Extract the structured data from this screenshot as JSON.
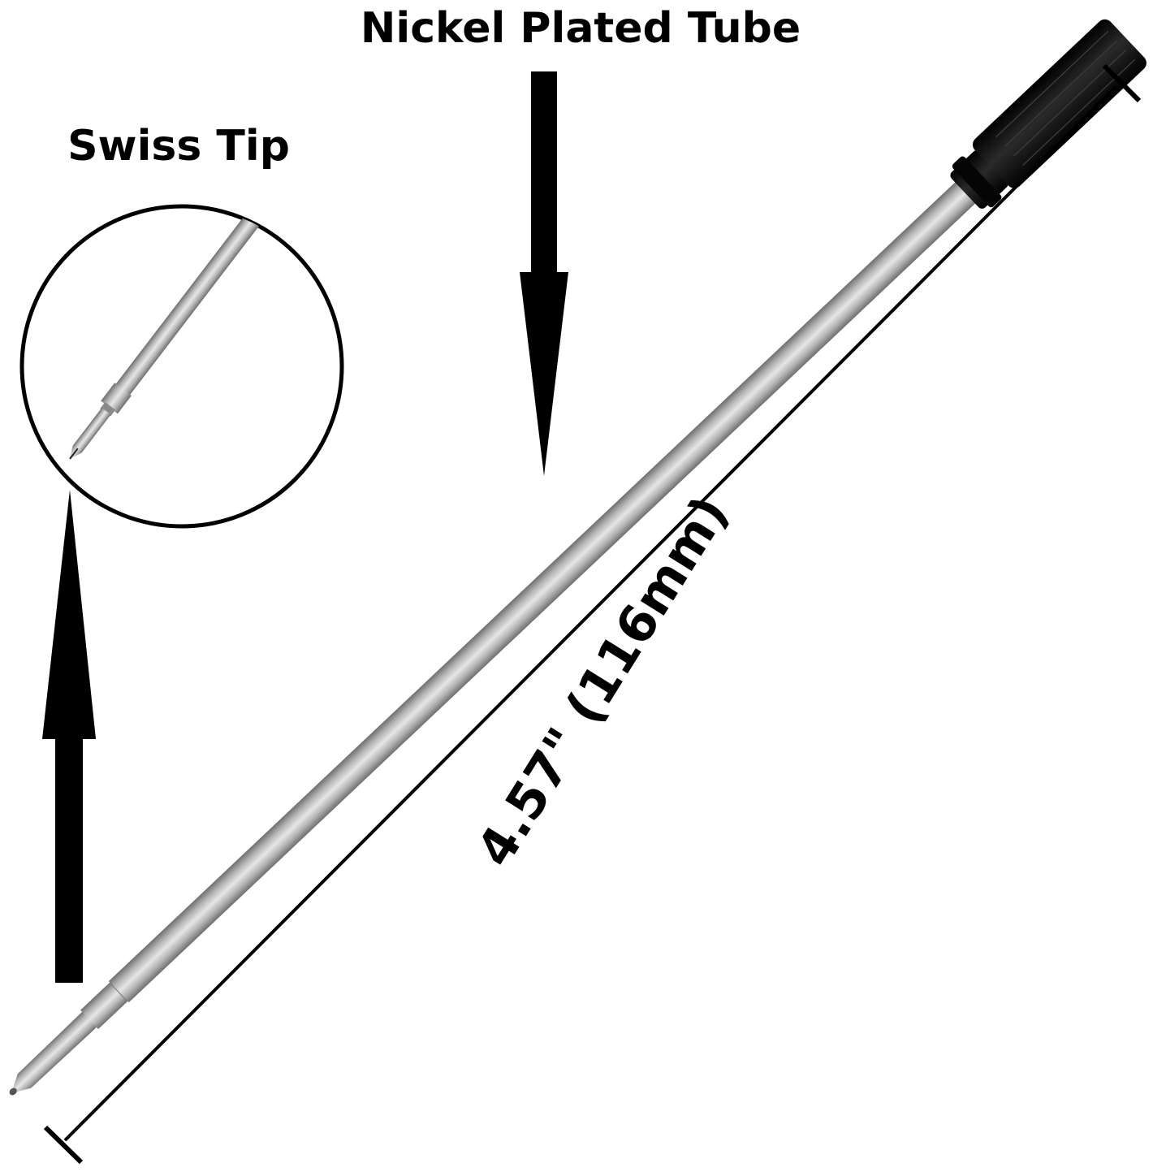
{
  "labels": {
    "tube": "Nickel Plated Tube",
    "tip": "Swiss Tip",
    "length": "4.57\" (116mm)"
  },
  "colors": {
    "ink": "#000000",
    "background": "#ffffff",
    "metal_light": "#e6e6e6",
    "metal_mid": "#b4b4b4",
    "metal_dark": "#6e6e6e",
    "cap": "#111111"
  },
  "icons": {
    "tube_arrow": "arrow-down-icon",
    "tip_arrow": "arrow-up-icon"
  }
}
